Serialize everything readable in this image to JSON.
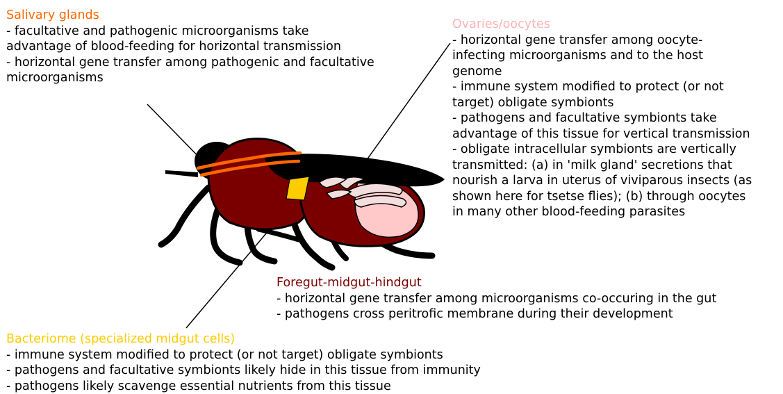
{
  "colors": {
    "salivary": "#ff6600",
    "ovaries": "#ffb3b3",
    "gut": "#7a0000",
    "bacteriome": "#ffcc00",
    "body": "#000000",
    "abdomen_light": "#ffc9c9"
  },
  "salivary": {
    "title": "Salivary glands",
    "lines": [
      "- facultative and pathogenic microorganisms take",
      "advantage of blood-feeding for horizontal transmission",
      "- horizontal gene transfer among pathogenic and facultative",
      "microorganisms"
    ]
  },
  "ovaries": {
    "title": "Ovaries/oocytes",
    "lines": [
      "- horizontal gene transfer among oocyte-",
      "infecting microorganisms and to the host",
      "genome",
      "- immune system modified to protect (or not",
      "target) obligate symbionts",
      "- pathogens and facultative symbionts take",
      "advantage of this tissue for vertical transmission",
      "- obligate intracellular symbionts are vertically",
      "transmitted: (a) in 'milk gland' secretions that",
      "nourish a larva in uterus of viviparous insects (as",
      "shown here for tsetse flies); (b) through oocytes",
      "in many other blood-feeding parasites"
    ]
  },
  "gut": {
    "title": "Foregut-midgut-hindgut",
    "lines": [
      "- horizontal gene transfer among microorganisms co-occuring in the gut",
      "- pathogens cross peritrofic membrane during their development"
    ]
  },
  "bacteriome": {
    "title": "Bacteriome (specialized midgut cells)",
    "lines": [
      "- immune system modified to protect (or not target) obligate symbionts",
      "- pathogens and facultative symbionts likely hide in this tissue from immunity",
      "- pathogens likely scavenge essential nutrients from this tissue"
    ]
  }
}
